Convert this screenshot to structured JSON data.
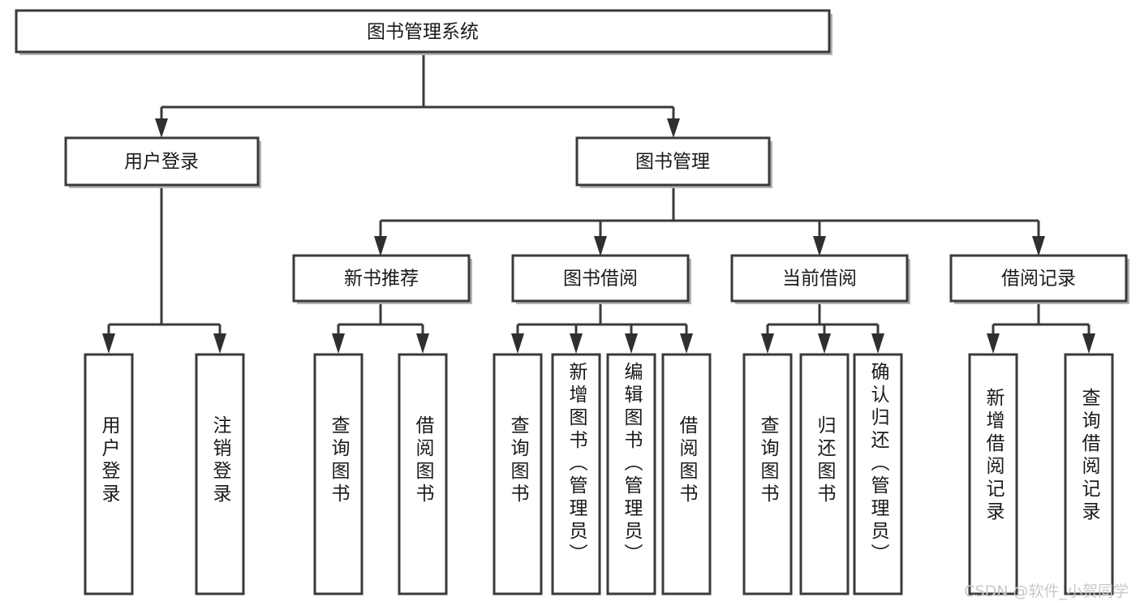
{
  "diagram": {
    "type": "tree-hierarchy-diagram",
    "title": "图书管理系统",
    "watermark": "CSDN @软件_小贺同学",
    "colors": {
      "box_fill": "#ffffff",
      "box_stroke": "#3a3a3a",
      "connector": "#3a3a3a",
      "arrow": "#2f2f2f",
      "text": "#1a1a1a",
      "watermark": "#c9c9c9",
      "background": "#ffffff"
    },
    "root": {
      "label": "图书管理系统"
    },
    "level1": [
      {
        "label": "用户登录"
      },
      {
        "label": "图书管理"
      }
    ],
    "level2": [
      {
        "label": "新书推荐"
      },
      {
        "label": "图书借阅"
      },
      {
        "label": "当前借阅"
      },
      {
        "label": "借阅记录"
      }
    ],
    "leaves": {
      "user_login": [
        {
          "label": "用户登录"
        },
        {
          "label": "注销登录"
        }
      ],
      "new_book_recommend": [
        {
          "label": "查询图书"
        },
        {
          "label": "借阅图书"
        }
      ],
      "book_borrow": [
        {
          "label": "查询图书"
        },
        {
          "label": "新增图书（管理员）"
        },
        {
          "label": "编辑图书（管理员）"
        },
        {
          "label": "借阅图书"
        }
      ],
      "current_borrow": [
        {
          "label": "查询图书"
        },
        {
          "label": "归还图书"
        },
        {
          "label": "确认归还（管理员）"
        }
      ],
      "borrow_record": [
        {
          "label": "新增借阅记录"
        },
        {
          "label": "查询借阅记录"
        }
      ]
    }
  }
}
